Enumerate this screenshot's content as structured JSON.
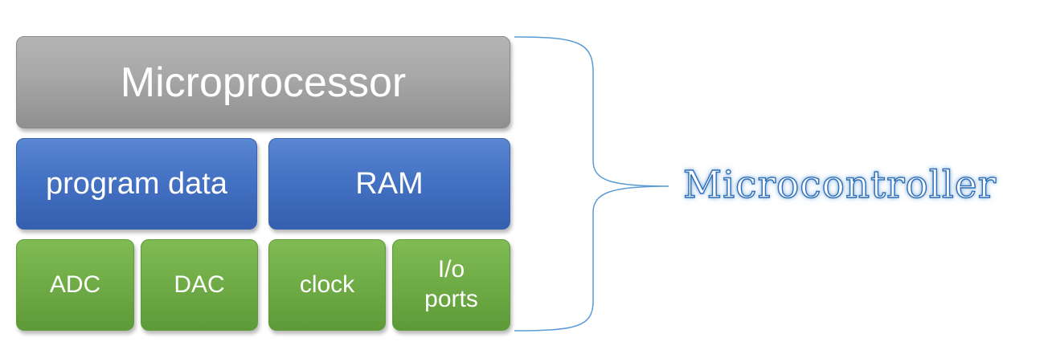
{
  "diagram": {
    "top": {
      "label": "Microprocessor"
    },
    "memory": {
      "left_label": "program data",
      "right_label": "RAM"
    },
    "peripherals": [
      {
        "lines": [
          "ADC"
        ]
      },
      {
        "lines": [
          "DAC"
        ]
      },
      {
        "lines": [
          "clock"
        ]
      },
      {
        "lines": [
          "I/o",
          "ports"
        ]
      }
    ],
    "brace_label": "Microcontroller"
  },
  "colors": {
    "processor_gray": "#a5a5a5",
    "memory_blue": "#4472c4",
    "peripheral_green": "#70ad47",
    "brace_line": "#5b9bd5",
    "label_outline": "#2f6fb8"
  }
}
